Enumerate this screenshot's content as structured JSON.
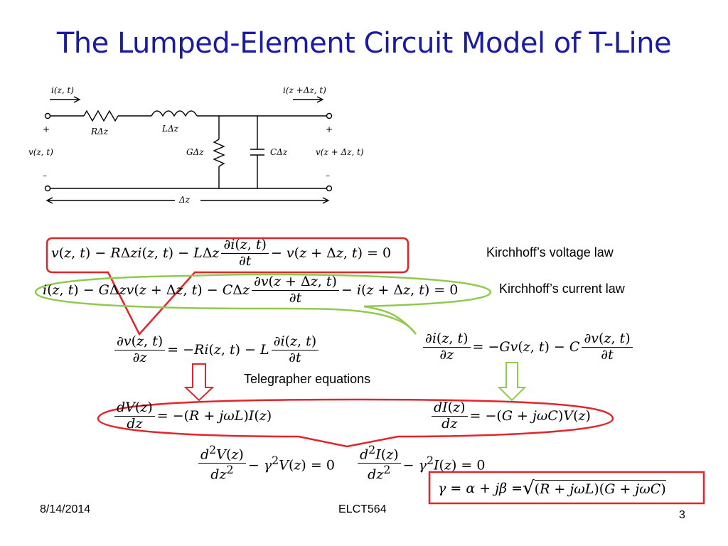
{
  "slide": {
    "title": "The Lumped-Element Circuit Model of T-Line",
    "kvl_label": "Kirchhoff’s voltage law",
    "kcl_label": "Kirchhoff’s current law",
    "telegrapher_label": "Telegrapher equations",
    "footer_date": "8/14/2014",
    "footer_course": "ELCT564",
    "footer_page": "3"
  },
  "circuit": {
    "i_in": "i(z, t)",
    "i_out": "i(z +Δz, t)",
    "r": "RΔz",
    "l": "LΔz",
    "g": "GΔz",
    "c": "CΔz",
    "v_in": "v(z, t)",
    "v_out": "v(z + Δz, t)",
    "dz": "Δz",
    "plus": "+",
    "minus": "–"
  },
  "equations": {
    "kvl": "v(z, t) − RΔzi(z, t) − LΔz ∂i(z, t)/∂t − v(z + Δz, t) = 0",
    "kcl": "i(z, t) − GΔzv(z + Δz, t) − CΔz ∂v(z + Δz, t)/∂t − i(z + Δz, t) = 0",
    "tel_v": "∂v(z, t)/∂z = −Ri(z, t) − L ∂i(z, t)/∂t",
    "tel_i": "∂i(z, t)/∂z = −Gv(z, t) − C ∂v(z, t)/∂t",
    "phasor_v": "dV(z)/dz = −(R + jωL)I(z)",
    "phasor_i": "dI(z)/dz = −(G + jωC)V(z)",
    "wave_v": "d²V(z)/dz² − γ²V(z) = 0",
    "wave_i": "d²I(z)/dz² − γ²I(z) = 0",
    "gamma": "γ = α + jβ = √((R + jωL)(G + jωC))"
  },
  "colors": {
    "title": "#1a1aa6",
    "red": "#e0262b",
    "green": "#8fca4e"
  }
}
